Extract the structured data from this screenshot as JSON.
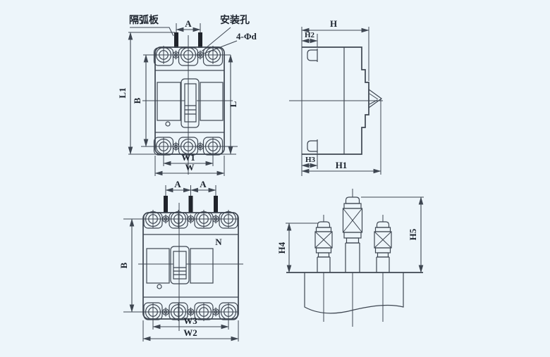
{
  "colors": {
    "background": "#edf5fa",
    "line": "#3e4651",
    "barrier_fill": "#20242b",
    "text": "#1d242e"
  },
  "labels": {
    "three_pole": {
      "arc_barrier": "隔弧板",
      "mounting_hole": "安装孔",
      "hole_spec": "4-Φd",
      "dim_a": "A",
      "dim_l1": "L1",
      "dim_b": "B",
      "dim_l": "L",
      "dim_w1": "W1",
      "dim_w": "W"
    },
    "side": {
      "dim_h": "H",
      "dim_h2": "H2",
      "dim_h3": "H3",
      "dim_h1": "H1"
    },
    "four_pole": {
      "dim_a1": "A",
      "dim_a2": "A",
      "dim_b": "B",
      "neutral": "N",
      "dim_w3": "W3",
      "dim_w2": "W2"
    },
    "terminal_detail": {
      "dim_h4": "H4",
      "dim_h5": "H5"
    }
  }
}
